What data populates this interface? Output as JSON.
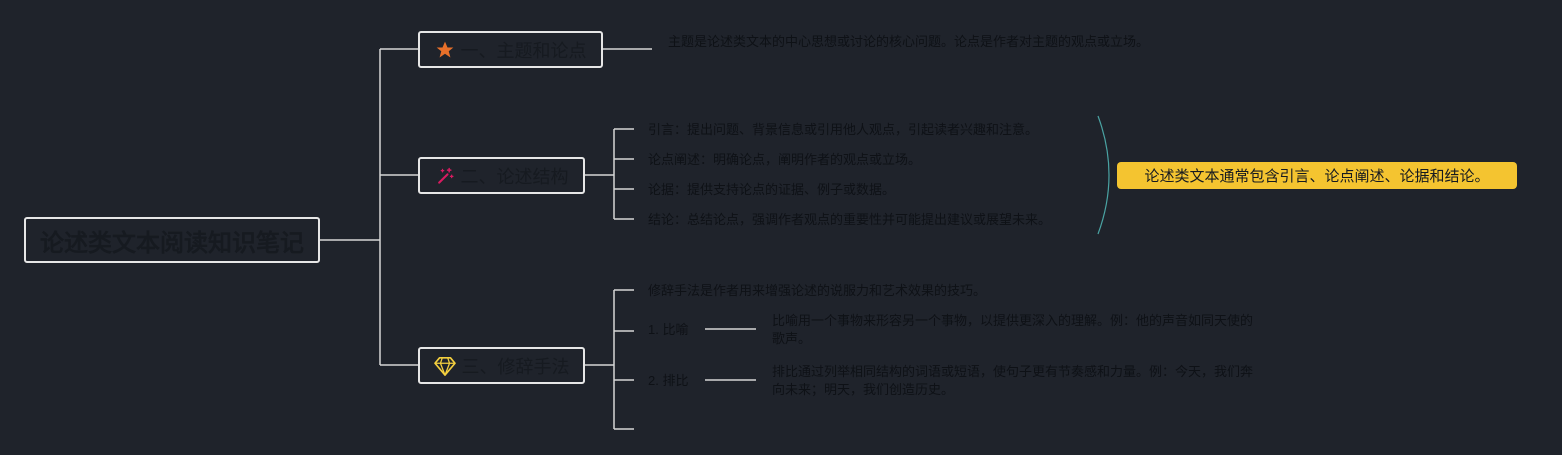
{
  "root": {
    "title": "论述类文本阅读知识笔记"
  },
  "branches": [
    {
      "label": "一、主题和论点",
      "icon": "star-icon",
      "icon_color": "#e8702a",
      "note": "主题是论述类文本的中心思想或讨论的核心问题。论点是作者对主题的观点或立场。"
    },
    {
      "label": "二、论述结构",
      "icon": "magic-wand-icon",
      "icon_color": "#d81b60",
      "items": [
        "引言：提出问题、背景信息或引用他人观点，引起读者兴趣和注意。",
        "论点阐述：明确论点，阐明作者的观点或立场。",
        "论据：提供支持论点的证据、例子或数据。",
        "结论：总结论点，强调作者观点的重要性并可能提出建议或展望未来。"
      ],
      "summary": "论述类文本通常包含引言、论点阐述、论据和结论。"
    },
    {
      "label": "三、修辞手法",
      "icon": "diamond-icon",
      "icon_color": "#f4d03f",
      "intro": "修辞手法是作者用来增强论述的说服力和艺术效果的技巧。",
      "sub": [
        {
          "label": "1. 比喻",
          "desc": "比喻用一个事物来形容另一个事物，以提供更深入的理解。例：他的声音如同天使的歌声。"
        },
        {
          "label": "2. 排比",
          "desc": "排比通过列举相同结构的词语或短语，使句子更有节奏感和力量。例：今天，我们奔向未来；明天，我们创造历史。"
        }
      ]
    }
  ],
  "colors": {
    "background": "#1f232b",
    "line": "#e6e6e6",
    "summary_bg": "#f4c430",
    "bracket": "#4aa3a3"
  }
}
